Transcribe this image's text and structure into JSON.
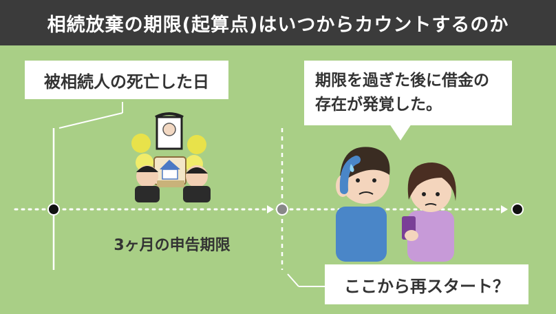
{
  "title": "相続放棄の期限(起算点)はいつからカウントするのか",
  "labels": {
    "death_day": "被相続人の死亡した日",
    "discovery": "期限を過ぎた後に借金の存在が発覚した。",
    "period": "3ヶ月の申告期限",
    "restart": "ここから再スタート？"
  },
  "colors": {
    "background": "#a9cf86",
    "header": "#3b3b3b",
    "timeline": "#ffffff",
    "start_dot": "#111111",
    "restart_dot": "#888888"
  },
  "illustrations": [
    {
      "name": "funeral-icon"
    },
    {
      "name": "worried-couple-icon"
    }
  ]
}
